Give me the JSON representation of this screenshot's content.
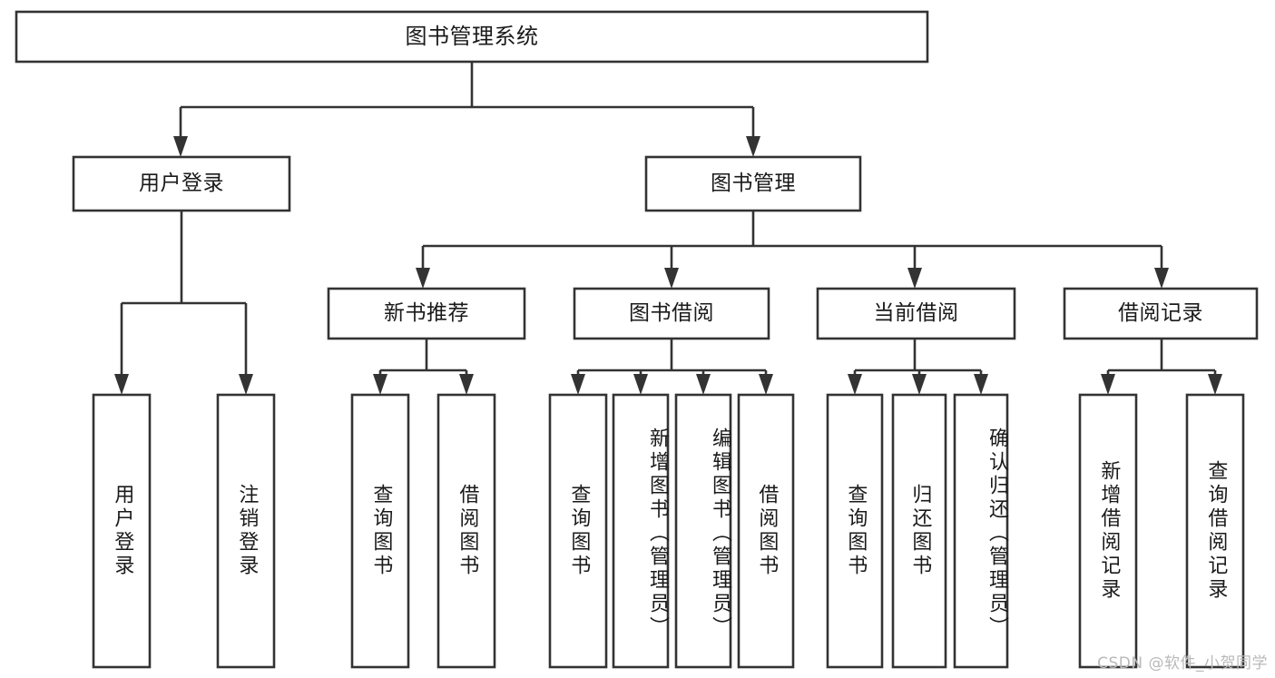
{
  "diagram": {
    "type": "tree",
    "title_text": "图书管理系统",
    "orientation": "top-down",
    "background_color": "#ffffff",
    "line_color": "#333333",
    "text_color": "#1a1a1a",
    "root": {
      "id": "root",
      "label": "图书管理系统"
    },
    "level2": [
      {
        "id": "user-login",
        "label": "用户登录"
      },
      {
        "id": "book-management",
        "label": "图书管理"
      }
    ],
    "level3": [
      {
        "id": "new-book-recommend",
        "label": "新书推荐",
        "parent": "book-management"
      },
      {
        "id": "book-borrow",
        "label": "图书借阅",
        "parent": "book-management"
      },
      {
        "id": "current-borrow",
        "label": "当前借阅",
        "parent": "book-management"
      },
      {
        "id": "borrow-record",
        "label": "借阅记录",
        "parent": "book-management"
      }
    ],
    "leaves": [
      {
        "id": "leaf-user-login",
        "label": "用户登录",
        "parent": "user-login"
      },
      {
        "id": "leaf-logout-login",
        "label": "注销登录",
        "parent": "user-login"
      },
      {
        "id": "leaf-query-book-1",
        "label": "查询图书",
        "parent": "new-book-recommend"
      },
      {
        "id": "leaf-borrow-book-1",
        "label": "借阅图书",
        "parent": "new-book-recommend"
      },
      {
        "id": "leaf-query-book-2",
        "label": "查询图书",
        "parent": "book-borrow"
      },
      {
        "id": "leaf-add-book",
        "label": "新增图书（管理员）",
        "parent": "book-borrow"
      },
      {
        "id": "leaf-edit-book",
        "label": "编辑图书（管理员）",
        "parent": "book-borrow"
      },
      {
        "id": "leaf-borrow-book-2",
        "label": "借阅图书",
        "parent": "book-borrow"
      },
      {
        "id": "leaf-query-book-3",
        "label": "查询图书",
        "parent": "current-borrow"
      },
      {
        "id": "leaf-return-book",
        "label": "归还图书",
        "parent": "current-borrow"
      },
      {
        "id": "leaf-confirm-return",
        "label": "确认归还（管理员）",
        "parent": "current-borrow"
      },
      {
        "id": "leaf-add-record",
        "label": "新增借阅记录",
        "parent": "borrow-record"
      },
      {
        "id": "leaf-query-record",
        "label": "查询借阅记录",
        "parent": "borrow-record"
      }
    ]
  },
  "watermark": {
    "text": "CSDN @软件_小贺同学"
  }
}
